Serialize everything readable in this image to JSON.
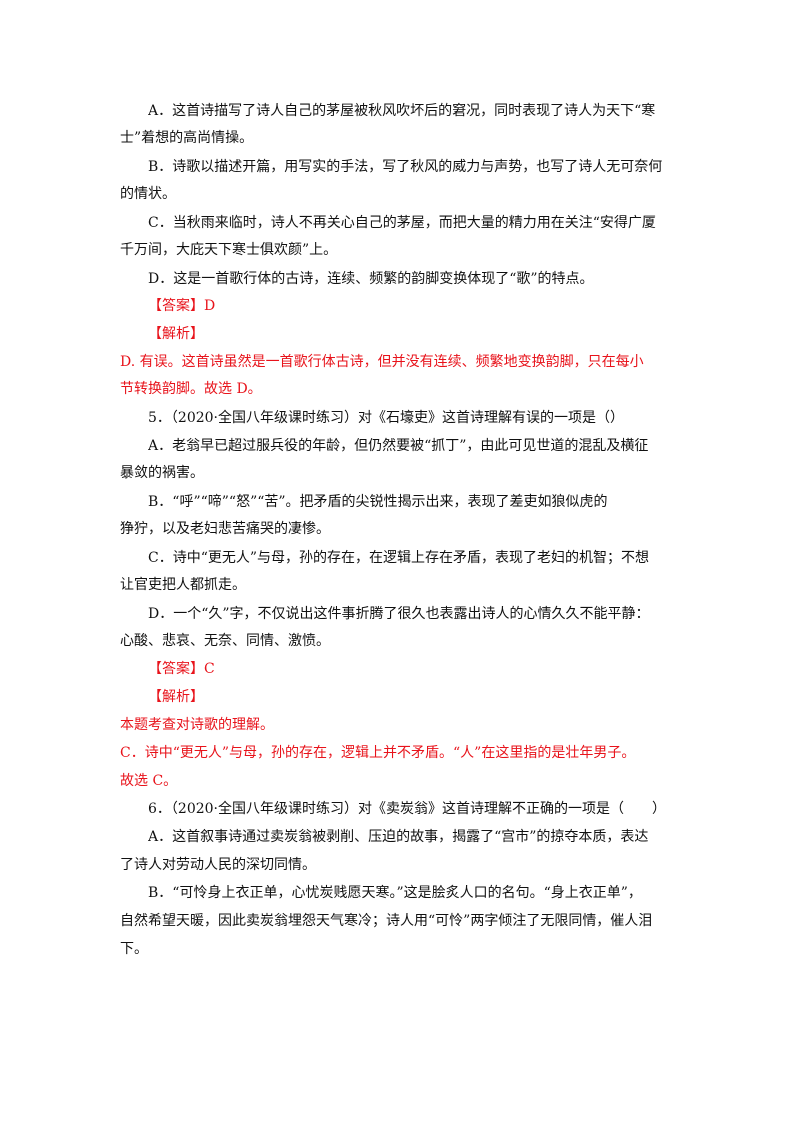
{
  "q4": {
    "a_line1": "A．这首诗描写了诗人自己的茅屋被秋风吹坏后的窘况，同时表现了诗人为天下“寒",
    "a_line2": "士”着想的高尚情操。",
    "b_line1": "B．诗歌以描述开篇，用写实的手法，写了秋风的威力与声势，也写了诗人无可奈何",
    "b_line2": "的情状。",
    "c_line1": "C．当秋雨来临时，诗人不再关心自己的茅屋，而把大量的精力用在关注“安得广厦",
    "c_line2": "千万间，大庇天下寒士俱欢颜”上。",
    "d_line1": "D．这是一首歌行体的古诗，连续、频繁的韵脚变换体现了“歌”的特点。",
    "answer": "【答案】D",
    "analysis_label": "【解析】",
    "analysis_line1": "D. 有误。这首诗虽然是一首歌行体古诗，但并没有连续、频繁地变换韵脚，只在每小",
    "analysis_line2": "节转换韵脚。故选 D。"
  },
  "q5": {
    "stem": "5．（2020·全国八年级课时练习）对《石壕吏》这首诗理解有误的一项是（）",
    "a_line1": "A．老翁早已超过服兵役的年龄，但仍然要被“抓丁”，由此可见世道的混乱及横征",
    "a_line2": "暴敛的祸害。",
    "b_line1": "B．“呼”“啼”“怒”“苦”。把矛盾的尖锐性揭示出来，表现了差吏如狼似虎的",
    "b_line2": "狰狞，以及老妇悲苦痛哭的凄惨。",
    "c_line1": "C．诗中“更无人”与母，孙的存在，在逻辑上存在矛盾，表现了老妇的机智；不想",
    "c_line2": "让官吏把人都抓走。",
    "d_line1": "D．一个“久”字，不仅说出这件事折腾了很久也表露出诗人的心情久久不能平静：",
    "d_line2": "心酸、悲哀、无奈、同情、激愤。",
    "answer": "【答案】C",
    "analysis_label": "【解析】",
    "analysis_line1": "本题考查对诗歌的理解。",
    "analysis_line2": "C．诗中“更无人”与母，孙的存在，逻辑上并不矛盾。“人”在这里指的是壮年男子。",
    "analysis_line3": "故选 C。"
  },
  "q6": {
    "stem": "6．（2020·全国八年级课时练习）对《卖炭翁》这首诗理解不正确的一项是（　　）",
    "a_line1": "A．这首叙事诗通过卖炭翁被剥削、压迫的故事，揭露了“宫市”的掠夺本质，表达",
    "a_line2": "了诗人对劳动人民的深切同情。",
    "b_line1": "B．“可怜身上衣正单，心忧炭贱愿天寒。”这是脍炙人口的名句。“身上衣正单”，",
    "b_line2": "自然希望天暖，因此卖炭翁埋怨天气寒冷；诗人用“可怜”两字倾注了无限同情，催人泪",
    "b_line3": "下。"
  },
  "colors": {
    "text": "#111111",
    "accent_red": "#e8131b"
  }
}
